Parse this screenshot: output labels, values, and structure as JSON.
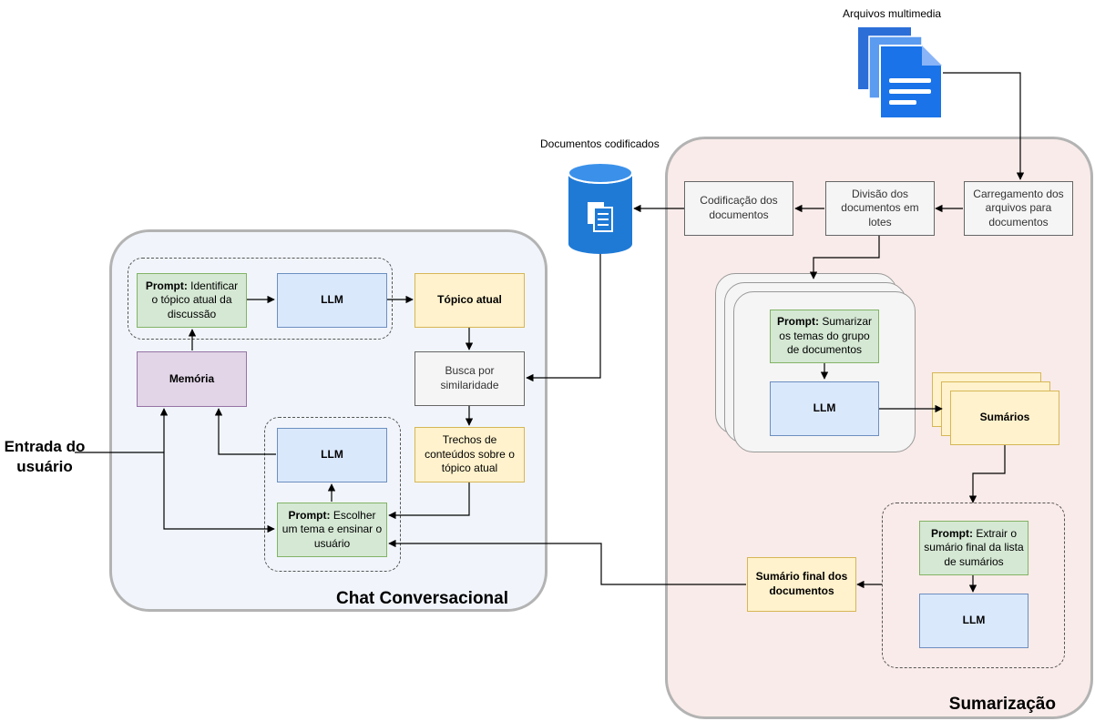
{
  "chat_panel": {
    "title": "Chat Conversacional"
  },
  "sum_panel": {
    "title": "Sumarização"
  },
  "external": {
    "multimedia_label": "Arquivos multimedia",
    "db_label": "Documentos codificados",
    "user_input": "Entrada do usuário"
  },
  "chat": {
    "prompt_identify": {
      "bold": "Prompt:",
      "text": " Identificar o tópico atual da discussão"
    },
    "llm_top": "LLM",
    "topic": "Tópico atual",
    "memory": "Memória",
    "search": "Busca por similaridade",
    "snippets": "Trechos de conteúdos sobre o tópico atual",
    "llm_bottom": "LLM",
    "prompt_teach": {
      "bold": "Prompt:",
      "text": " Escolher um tema e ensinar o usuário"
    }
  },
  "sum": {
    "load": "Carregamento dos arquivos para documentos",
    "split": "Divisão dos documentos em lotes",
    "encode": "Codificação dos documentos",
    "prompt_summarize": {
      "bold": "Prompt:",
      "text": " Sumarizar os temas do grupo de documentos"
    },
    "llm_batch": "LLM",
    "summaries": "Sumários",
    "prompt_extract": {
      "bold": "Prompt:",
      "text": " Extrair o sumário final da lista de sumários"
    },
    "llm_final": "LLM",
    "final_summary": "Sumário final dos documentos"
  },
  "colors": {
    "green_fill": "#d5e8d4",
    "blue_fill": "#dae8fc",
    "yellow_fill": "#fff2cc",
    "purple_fill": "#e1d5e7",
    "gray_fill": "#f5f5f5",
    "db_blue": "#1f7ad6",
    "doc_blue": "#1a73e8"
  }
}
